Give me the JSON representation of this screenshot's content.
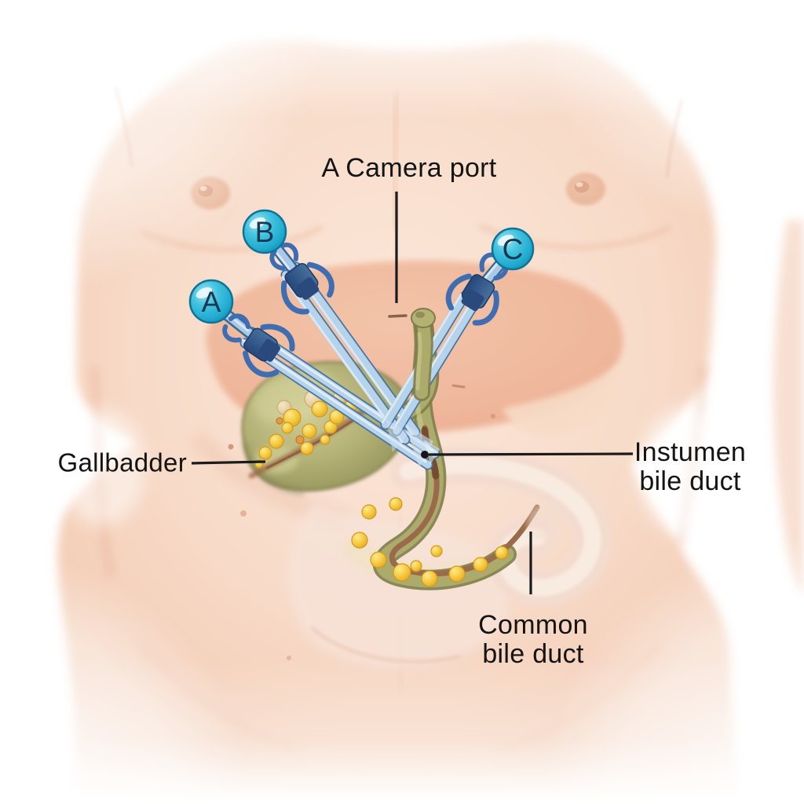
{
  "labels": {
    "camera_port": "A Camera port",
    "gallbladder": "Gallbadder",
    "instrument_line1": "Instumen",
    "instrument_line2": "bile duct",
    "common_line1": "Common",
    "common_line2": "bile duct"
  },
  "ports": [
    {
      "label": "A"
    },
    {
      "label": "B"
    },
    {
      "label": "C"
    }
  ],
  "colors": {
    "background": "#ffffff",
    "skin": "#f7d8c5",
    "skin_shadow": "#e9b294",
    "liver": "#f0b89d",
    "gallbladder_green": "#abaa6c",
    "gallstone_yellow": "#f4c335",
    "duct_brown": "#96664a",
    "trocar_tube_blue": "#b6d3ec",
    "trocar_clamp_navy": "#2c4d85",
    "port_badge_cyan": "#2fb9d9",
    "badge_letter": "#173850",
    "label_text": "#141414",
    "leader_line": "#1b1b1b"
  }
}
